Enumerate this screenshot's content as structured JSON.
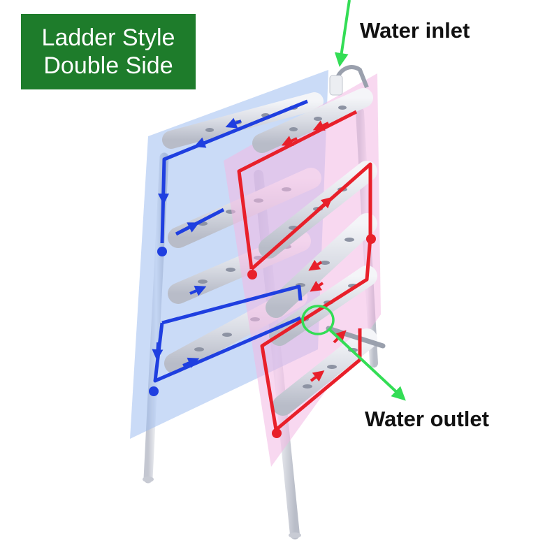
{
  "title": {
    "line1": "Ladder Style",
    "line2": "Double Side",
    "background": "#1e7c2b",
    "text_color": "#ffffff"
  },
  "labels": {
    "water_inlet": "Water inlet",
    "water_outlet": "Water outlet"
  },
  "colors": {
    "left_side_flow": "#1f3fe0",
    "right_side_flow": "#e8202a",
    "left_panel": "#9fbdf0",
    "right_panel": "#f3b8e4",
    "callout_arrow": "#33dd55",
    "pipe": "#dfe2ea"
  }
}
